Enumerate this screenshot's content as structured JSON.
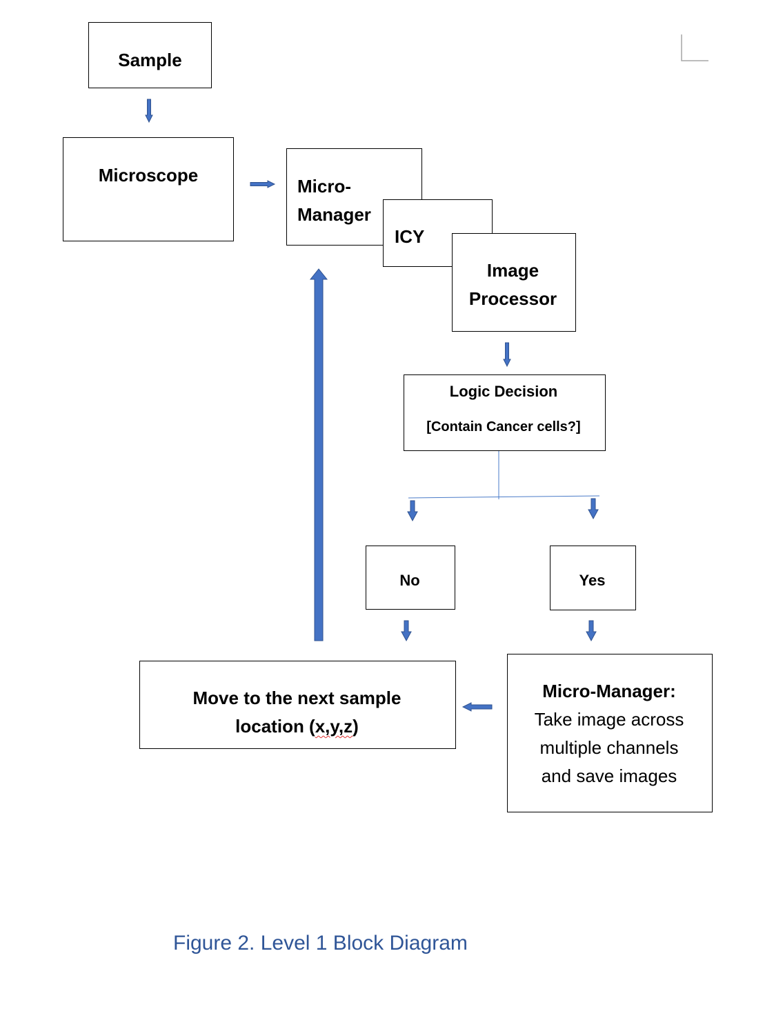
{
  "blocks": {
    "sample": "Sample",
    "microscope": "Microscope",
    "micromanager_line1": "Micro-",
    "micromanager_line2": "Manager",
    "icy": "ICY",
    "image_processor_line1": "Image",
    "image_processor_line2": "Processor",
    "logic_decision": "Logic Decision",
    "logic_question": "[Contain Cancer cells?]",
    "no": "No",
    "yes": "Yes",
    "move_line1": "Move to the next sample",
    "move_line2_prefix": "location (",
    "move_line2_coords": "x,y,z",
    "move_line2_suffix": ")",
    "mm_action_title": "Micro-Manager:",
    "mm_action_line1": "Take image across",
    "mm_action_line2": "multiple channels",
    "mm_action_line3": "and save images"
  },
  "caption": {
    "label": "Figure 2.",
    "text": "Level 1 Block Diagram"
  },
  "colors": {
    "arrow": "#4472c4",
    "arrow_outline": "#2f528f",
    "connector": "#4a7bc8",
    "caption": "#2f5597"
  }
}
